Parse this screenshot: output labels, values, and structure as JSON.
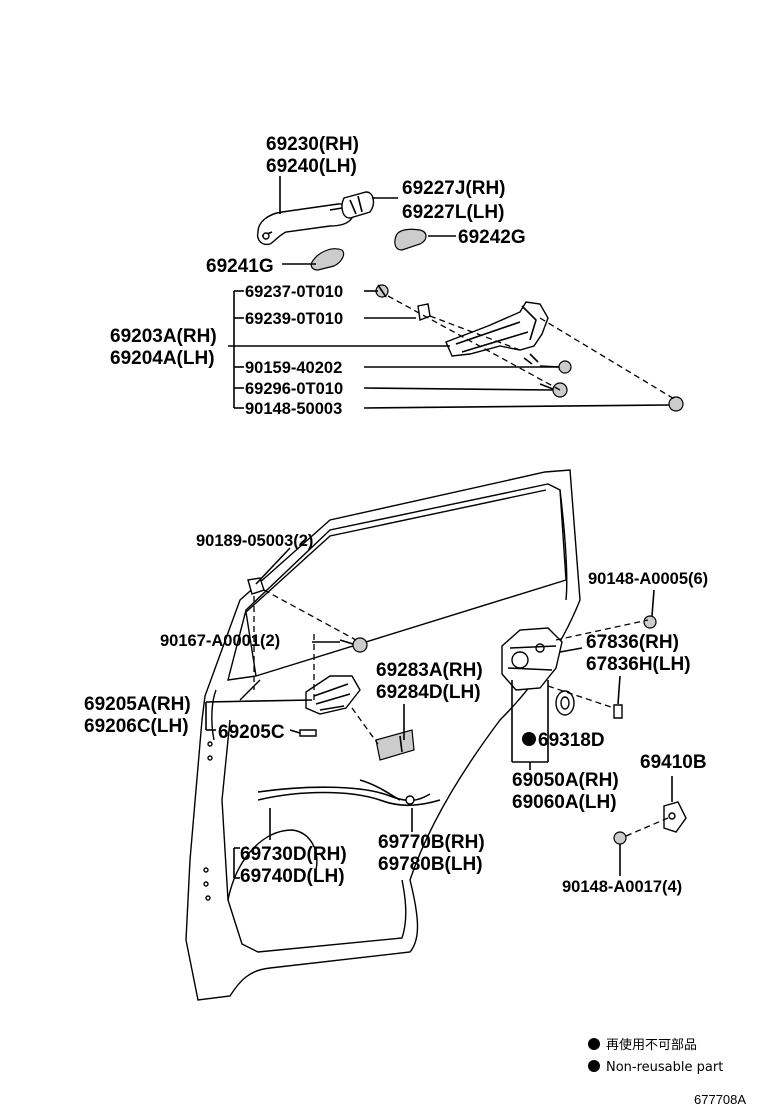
{
  "labels": {
    "handle_rh": "69230(RH)",
    "handle_lh": "69240(LH)",
    "cover_rh": "69227J(RH)",
    "cover_lh": "69227L(LH)",
    "p69242g": "69242G",
    "p69241g": "69241G",
    "frame_rh": "69203A(RH)",
    "frame_lh": "69204A(LH)",
    "p69237": "69237-0T010",
    "p69239": "69239-0T010",
    "p90159": "90159-40202",
    "p69296": "69296-0T010",
    "p90148_50003": "90148-50003",
    "p90189": "90189-05003(2)",
    "p90148_a0005": "90148-A0005(6)",
    "p90167": "90167-A0001(2)",
    "p67836_rh": "67836(RH)",
    "p67836h_lh": "67836H(LH)",
    "p69283a_rh": "69283A(RH)",
    "p69284d_lh": "69284D(LH)",
    "p69205a_rh": "69205A(RH)",
    "p69206c_lh": "69206C(LH)",
    "p69205c": "69205C",
    "p69318d": "69318D",
    "p69050a_rh": "69050A(RH)",
    "p69060a_lh": "69060A(LH)",
    "p69410b": "69410B",
    "p69730d_rh": "69730D(RH)",
    "p69740d_lh": "69740D(LH)",
    "p69770b_rh": "69770B(RH)",
    "p69780b_lh": "69780B(LH)",
    "p90148_a0017": "90148-A0017(4)"
  },
  "legend": {
    "jp": "再使用不可部品",
    "en": "Non-reusable part"
  },
  "figure_code": "677708A"
}
